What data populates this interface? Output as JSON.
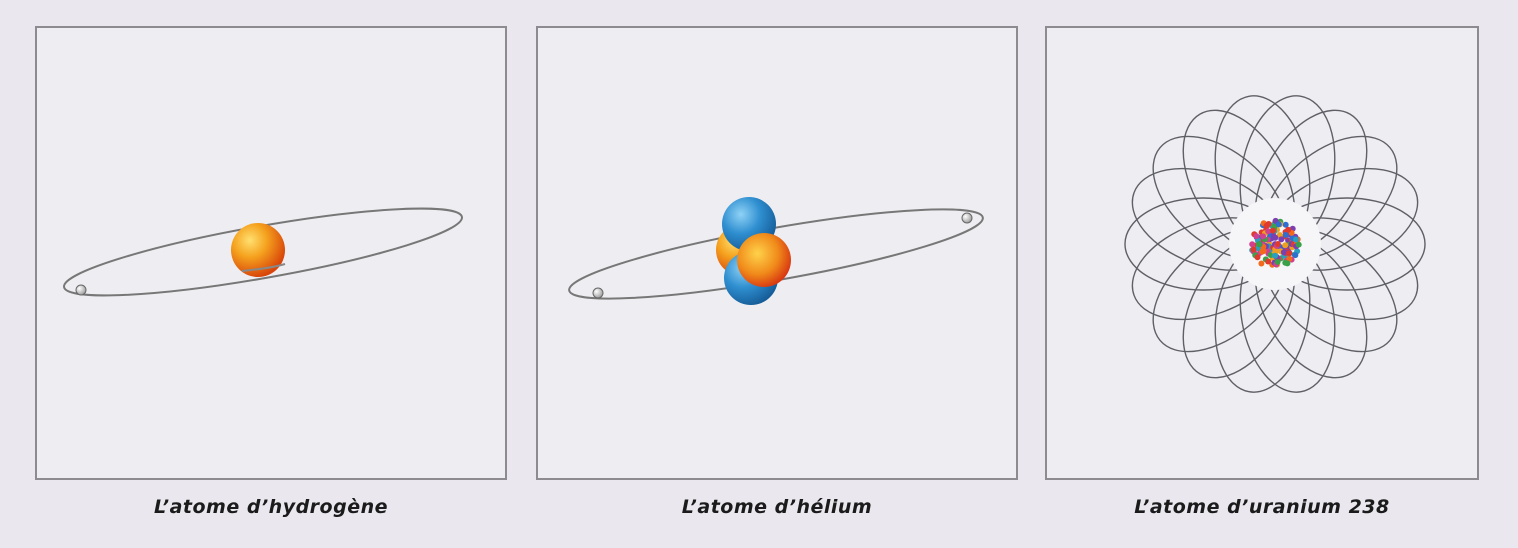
{
  "panels": [
    {
      "caption": "L’atome d’hydrogène"
    },
    {
      "caption": "L’atome d’hélium"
    },
    {
      "caption": "L’atome d’uranium 238"
    }
  ],
  "colors": {
    "background": "#eae8ee",
    "panel_border": "#8d8a90",
    "proton": "#f08a1a",
    "neutron": "#2f8fd0",
    "orbit": "#6a6a6a"
  }
}
